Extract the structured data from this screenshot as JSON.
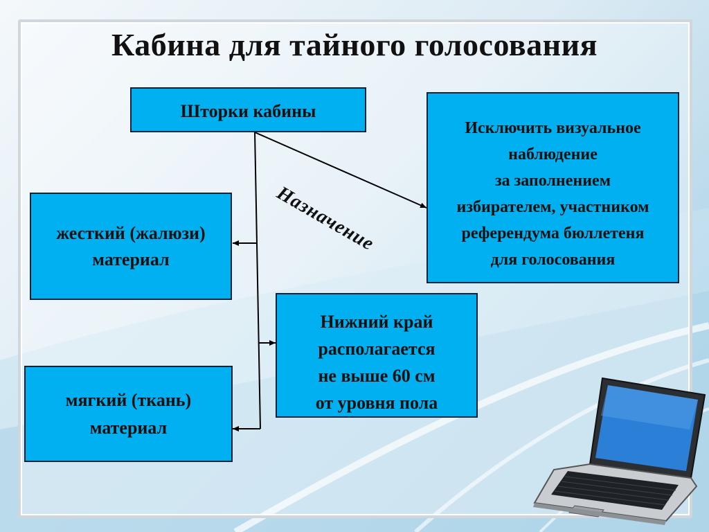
{
  "title": "Кабина для тайного голосования",
  "diagram": {
    "curtains": "Шторки кабины",
    "purpose_label": "Назначение",
    "purpose_lines": [
      "Исключить визуальное",
      "наблюдение",
      "за заполнением",
      "избирателем, участником",
      "референдума бюллетеня",
      "для голосования"
    ],
    "hard_lines": [
      "жесткий (жалюзи)",
      "материал"
    ],
    "soft_lines": [
      "мягкий (ткань)",
      "материал"
    ],
    "edge_lines": [
      "Нижний край",
      "располагается",
      "не выше 60 см",
      "от уровня пола"
    ]
  },
  "colors": {
    "box_fill": "#00b0f0",
    "box_border": "#0d2236",
    "title": "#111111"
  },
  "decorations": {
    "laptop_icon": "laptop-icon"
  }
}
